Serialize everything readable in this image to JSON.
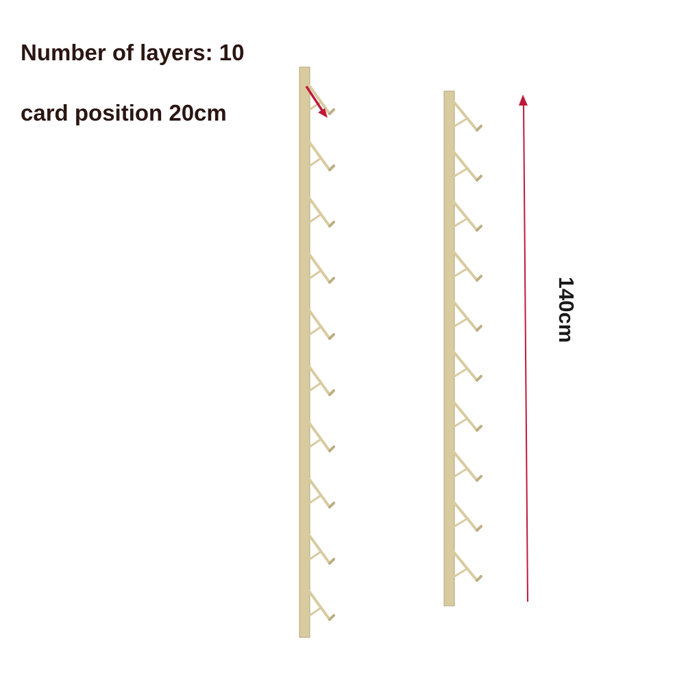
{
  "labels": {
    "layers": "Number of layers: 10",
    "card_position": "card position 20cm",
    "height": "140cm"
  },
  "product": {
    "layer_count": 10,
    "card_position_cm": 20,
    "height_cm": 140
  },
  "colors": {
    "rack_fill": "#d8cba0",
    "rack_edge": "#bcae84",
    "arrow": "#c0183a",
    "label_text": "#2a1612"
  }
}
